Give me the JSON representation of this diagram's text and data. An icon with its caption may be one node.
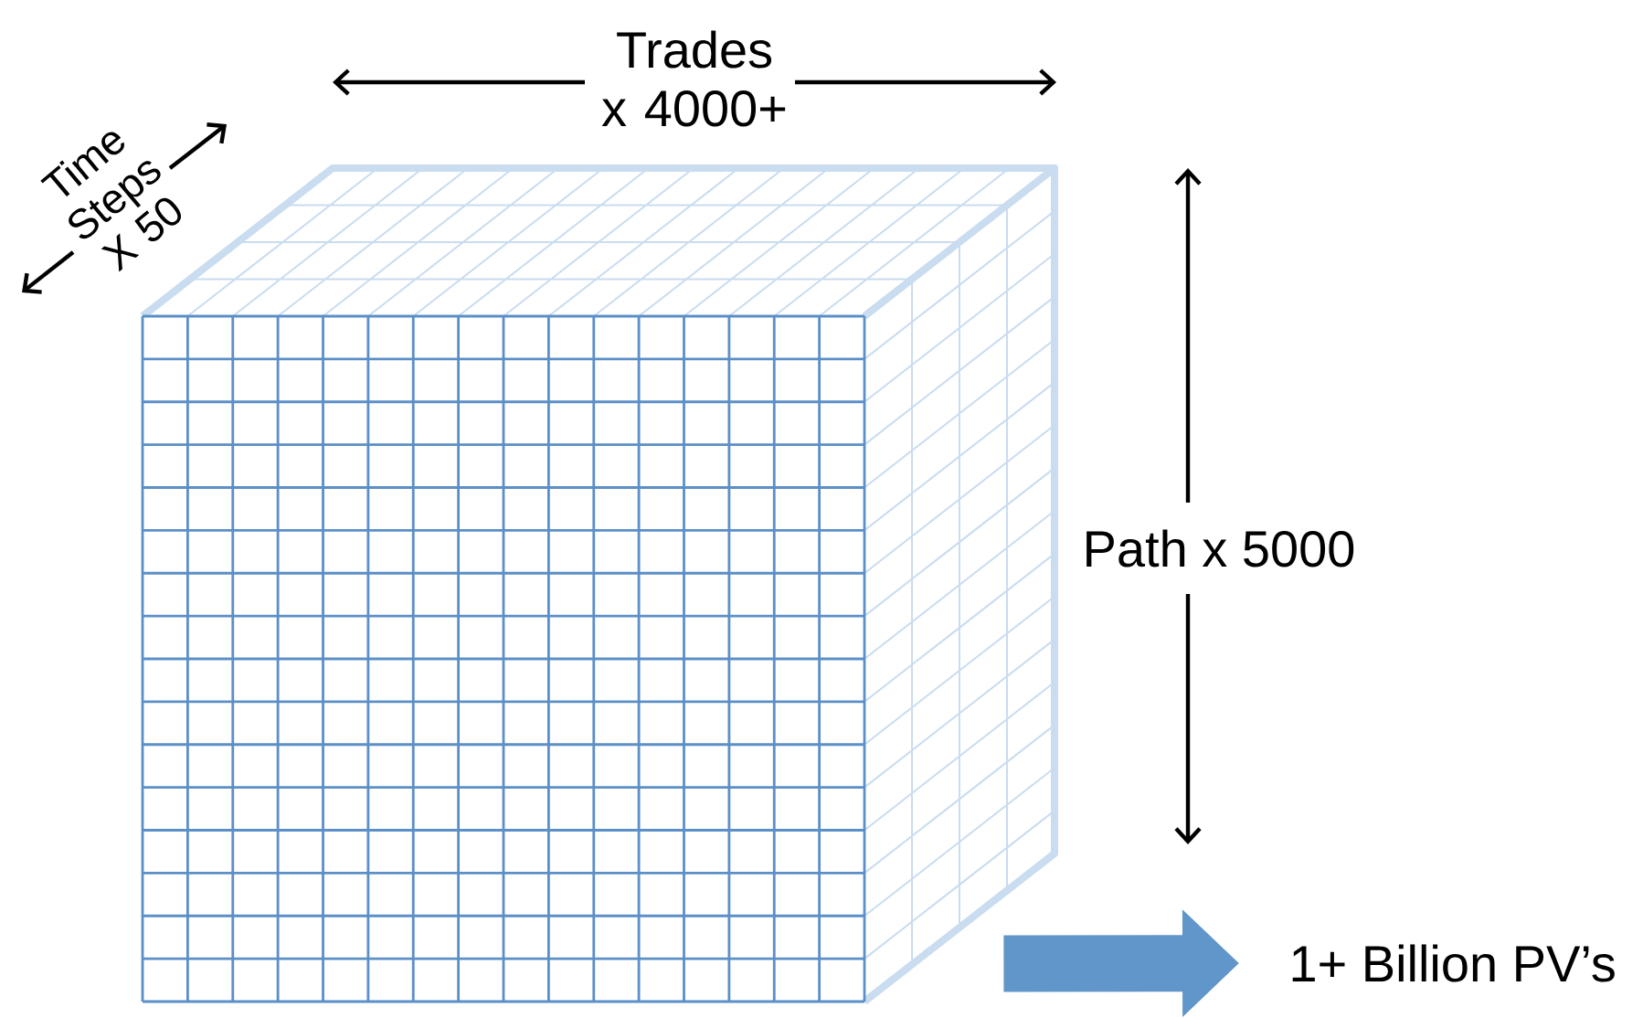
{
  "diagram": {
    "nodes": [
      {
        "text": [],
        "shape": "cube"
      },
      {
        "text": [
          "1+ Billion PV’s"
        ]
      }
    ],
    "edges": [
      {
        "from": 0,
        "to": 1,
        "arrow": "to"
      }
    ],
    "labels": [
      "Trades x 4000+",
      "Time Steps X 50",
      "Path x 5000"
    ]
  }
}
